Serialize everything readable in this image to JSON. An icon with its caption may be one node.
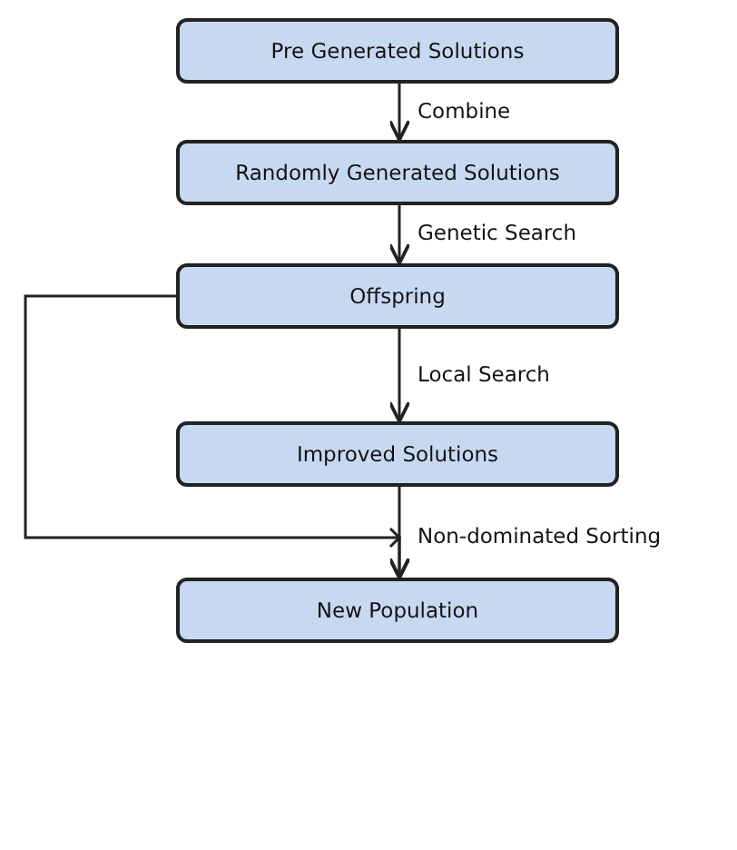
{
  "diagram": {
    "nodes": [
      {
        "text": [
          "Pre Generated Solutions"
        ]
      },
      {
        "text": [
          "Randomly Generated Solutions"
        ]
      },
      {
        "text": [
          "Offspring"
        ]
      },
      {
        "text": [
          "Improved Solutions"
        ]
      },
      {
        "text": [
          "New Population"
        ]
      }
    ],
    "edges": [
      {
        "from": 0,
        "to": 1,
        "arrow": "to",
        "label": "Combine"
      },
      {
        "from": 1,
        "to": 2,
        "arrow": "to",
        "label": "Genetic Search"
      },
      {
        "from": 2,
        "to": 3,
        "arrow": "to",
        "label": "Local Search"
      },
      {
        "from": 3,
        "to": 4,
        "arrow": "to",
        "label": "Non-dominated Sorting"
      },
      {
        "from": 2,
        "to": 4,
        "arrow": "to"
      }
    ]
  }
}
